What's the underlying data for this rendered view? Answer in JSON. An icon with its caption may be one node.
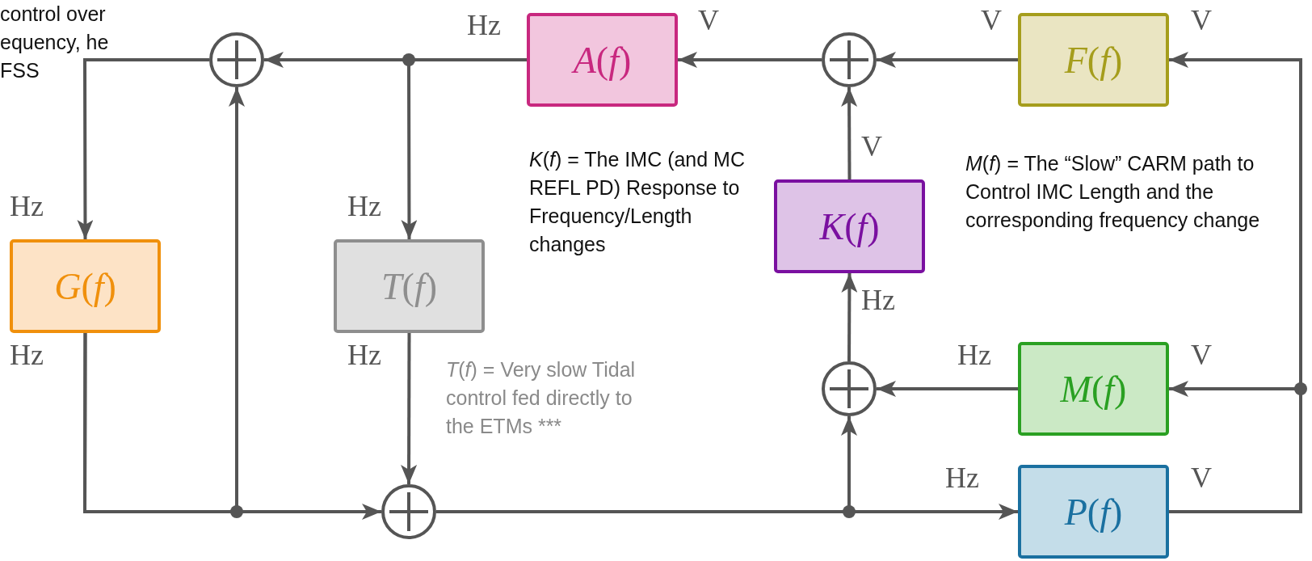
{
  "diagram": {
    "nodes": [
      {
        "text": [],
        "shape": "circle"
      },
      {
        "text": [
          "*A*(*f*)"
        ]
      },
      {
        "text": [],
        "shape": "circle"
      },
      {
        "text": [
          "*F*(*f*)"
        ]
      },
      {
        "text": [
          "*K*(*f*)"
        ]
      },
      {
        "text": [
          "*G*(*f*)"
        ]
      },
      {
        "text": [
          "*T*(*f*)"
        ]
      },
      {
        "text": [
          "*M*(*f*)"
        ]
      },
      {
        "text": [],
        "shape": "circle"
      },
      {
        "text": [],
        "shape": "circle"
      },
      {
        "text": [
          "*P*(*f*)"
        ]
      }
    ],
    "edges": [
      {
        "from": 3,
        "to": 2,
        "arrow": "to"
      },
      {
        "from": 4,
        "to": 2,
        "arrow": "to"
      },
      {
        "from": 2,
        "to": 1,
        "arrow": "to"
      },
      {
        "from": 1,
        "to": 0,
        "arrow": "to"
      },
      {
        "from": 1,
        "to": 6,
        "arrow": "to"
      },
      {
        "from": 0,
        "to": 5,
        "arrow": "to"
      },
      {
        "from": 5,
        "to": 9,
        "arrow": "to"
      },
      {
        "from": 5,
        "to": 0,
        "arrow": "to"
      },
      {
        "from": 6,
        "to": 9,
        "arrow": "to"
      },
      {
        "from": 9,
        "to": 10,
        "arrow": "to"
      },
      {
        "from": 9,
        "to": 8,
        "arrow": "to"
      },
      {
        "from": 8,
        "to": 4,
        "arrow": "to"
      },
      {
        "from": 7,
        "to": 8,
        "arrow": "to"
      },
      {
        "from": 10,
        "to": 3,
        "arrow": "to"
      },
      {
        "from": 10,
        "to": 7,
        "arrow": "to"
      }
    ],
    "labels": [
      "control over equency, he FSS",
      "Hz",
      "V",
      "V",
      "V",
      "V",
      "Hz",
      "Hz",
      "*K*(*f*) = The IMC (and MC REFL PD) Response to Frequency/Length changes",
      "*M*(*f*) = The “Slow”  CARM path to Control IMC Length and the corresponding frequency change",
      "Hz",
      "Hz",
      "Hz",
      "*T*(*f*) = Very slow Tidal control fed directly to the ETMs ***",
      "Hz",
      "V",
      "Hz",
      "V"
    ]
  }
}
